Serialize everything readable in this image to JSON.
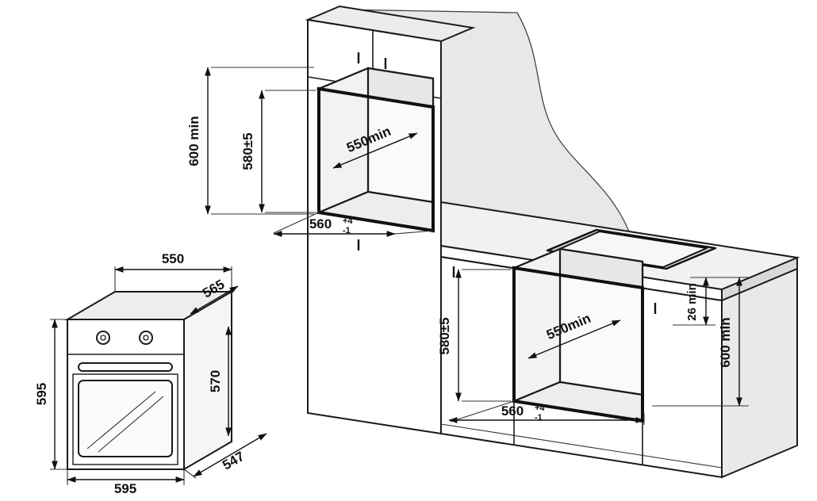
{
  "palette": {
    "line": "#1a1a1a",
    "wall_shade": "#e8e8e8",
    "counter_shade": "#f1f1f1",
    "cutout_shade": "#d4d4d4"
  },
  "oven_front_view": {
    "top_width": "550",
    "top_depth": "565",
    "front_height": "595",
    "side_height": "570",
    "front_width": "595",
    "bottom_depth": "547"
  },
  "column_installation": {
    "cabinet_height_min": "600 min",
    "niche_height": "580±5",
    "niche_depth_min": "550min",
    "niche_width": "560",
    "niche_width_tol_plus": "+4",
    "niche_width_tol_minus": "-1"
  },
  "undercounter_installation": {
    "niche_depth_min": "550min",
    "niche_height": "580±5",
    "top_clearance_min": "26 min",
    "height_min": "600 min",
    "niche_width": "560",
    "niche_width_tol_plus": "+4",
    "niche_width_tol_minus": "-1"
  }
}
